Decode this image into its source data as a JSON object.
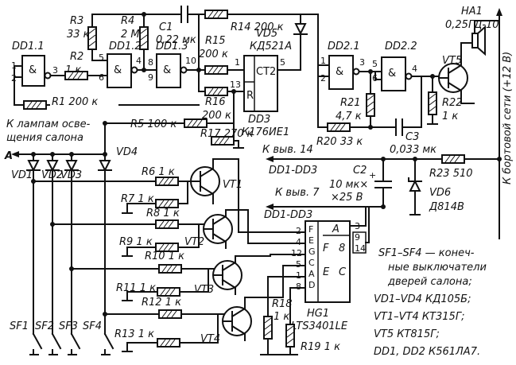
{
  "labels": {
    "dd11": "DD1.1",
    "dd12": "DD1.2",
    "dd13": "DD1.3",
    "dd21": "DD2.1",
    "dd22": "DD2.2",
    "dd3": "DD3",
    "dd3_type": "К176ИЕ1",
    "ct2": "CT2",
    "r_pin": "R",
    "amp": "&",
    "r1": "R1 200 к",
    "r2": "R2",
    "r2_val": "1 к",
    "r3": "R3",
    "r3_val": "33 к",
    "r4": "R4",
    "r4_val": "2 М",
    "c1": "C1",
    "c1_val": "0,22 мк",
    "r14": "R14 200 к",
    "r15": "R15",
    "r15_val": "200 к",
    "r16": "R16",
    "r16_val": "200 к",
    "r17": "R17 270 к",
    "r5": "R5 100 к",
    "vd5": "VD5",
    "vd5_type": "КД521А",
    "r21": "R21",
    "r21_val": "4,7 к",
    "r22": "R22",
    "r22_val": "1 к",
    "r20": "R20 33 к",
    "c3": "C3",
    "c3_val": "0,033 мк",
    "ha1": "HA1",
    "ha1_type": "0,25ГД-10",
    "vt5": "VT5",
    "side_note": "К бортовой сети (+12 В)",
    "lamps_line1": "К лампам осве-",
    "lamps_line2": "щения салона",
    "a": "A",
    "vd1": "VD1",
    "vd2": "VD2",
    "vd3": "VD3",
    "vd4": "VD4",
    "r6": "R6 1 к",
    "r7": "R7 1 к",
    "r8": "R8 1 к",
    "r9": "R9 1 к",
    "r10": "R10 1 к",
    "r11": "R11 1 к",
    "r12": "R12 1 к",
    "r13": "R13 1 к",
    "vt1": "VT1",
    "vt2": "VT2",
    "vt3": "VT3",
    "vt4": "VT4",
    "to14_l1": "К выв. 14",
    "to14_l2": "DD1-DD3",
    "to7_l1": "К выв. 7",
    "to7_l2": "DD1-DD3",
    "c2": "C2",
    "c2_l1": "10 мк×",
    "c2_l2": "×25 В",
    "r23": "R23 510",
    "vd6": "VD6",
    "vd6_type": "Д814В",
    "hg1": "HG1",
    "hg1_type": "LTS3401LE",
    "r18": "R18",
    "r18_val": "1 к",
    "r19": "R19 1 к",
    "sf1": "SF1",
    "sf2": "SF2",
    "sf3": "SF3",
    "sf4": "SF4",
    "seg_a": "A",
    "seg_f": "F",
    "seg_8": "8",
    "seg_e": "E",
    "seg_c": "C",
    "hg_left_pins": [
      "F",
      "E",
      "G",
      "C",
      "A",
      "D"
    ],
    "hg_left_nums": [
      "2",
      "4",
      "12",
      "5",
      "1",
      "8"
    ],
    "hg_right_nums": [
      "3",
      "9",
      "14"
    ],
    "note": [
      "SF1–SF4 — конеч-",
      "ные выключатели",
      "дверей салона;",
      "VD1–VD4  КД105Б;",
      "VT1–VT4  КТ315Г;",
      "VT5  КТ815Г;",
      "DD1, DD2  К561ЛА7."
    ],
    "pins": {
      "p1": "1",
      "p2": "2",
      "p3": "3",
      "p4": "4",
      "p5": "5",
      "p6": "6",
      "p8": "8",
      "p9": "9",
      "p10": "10",
      "p11": "1",
      "p13": "13",
      "p15": "5",
      "dd2_1": "1",
      "dd2_2": "2",
      "dd2_3": "3",
      "dd2_5": "5",
      "dd2_6": "6",
      "dd2_4": "4"
    }
  },
  "colors": {
    "ink": "#111111",
    "paper": "#ffffff"
  }
}
